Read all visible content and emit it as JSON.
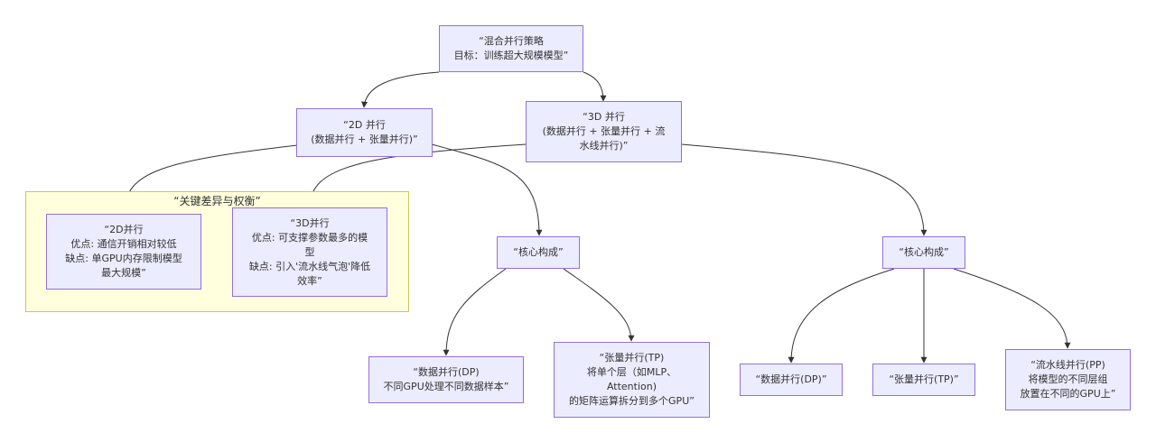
{
  "colors": {
    "node_fill": "#ECECFF",
    "node_border": "#9370DB",
    "cluster_fill": "#ffffde",
    "cluster_border": "#c8c85a",
    "edge": "#333333",
    "text": "#333333"
  },
  "cluster": {
    "label": "“关键差异与权衡”"
  },
  "nodes": {
    "root": "“混合并行策略\n目标：训练超大规模模型”",
    "p2d": "“2D 并行\n(数据并行 + 张量并行)”",
    "p3d": "“3D 并行\n(数据并行 + 张量并行 + 流\n水线并行)”",
    "adv2d": "“2D并行\n优点: 通信开销相对较低\n缺点: 单GPU内存限制模型\n最大规模”",
    "adv3d": "“3D并行\n优点: 可支撑参数最多的模\n型\n缺点: 引入'流水线气泡'降低\n效率”",
    "core2d": "“核心构成”",
    "core3d": "“核心构成”",
    "dp2d": "“数据并行(DP)\n不同GPU处理不同数据样本”",
    "tp2d": "“张量并行(TP)\n将单个层（如MLP、\nAttention)\n的矩阵运算拆分到多个GPU”",
    "dp3d": "“数据并行(DP)”",
    "tp3d": "“张量并行(TP)”",
    "pp3d": "“流水线并行(PP)\n将模型的不同层组\n放置在不同的GPU上”"
  }
}
